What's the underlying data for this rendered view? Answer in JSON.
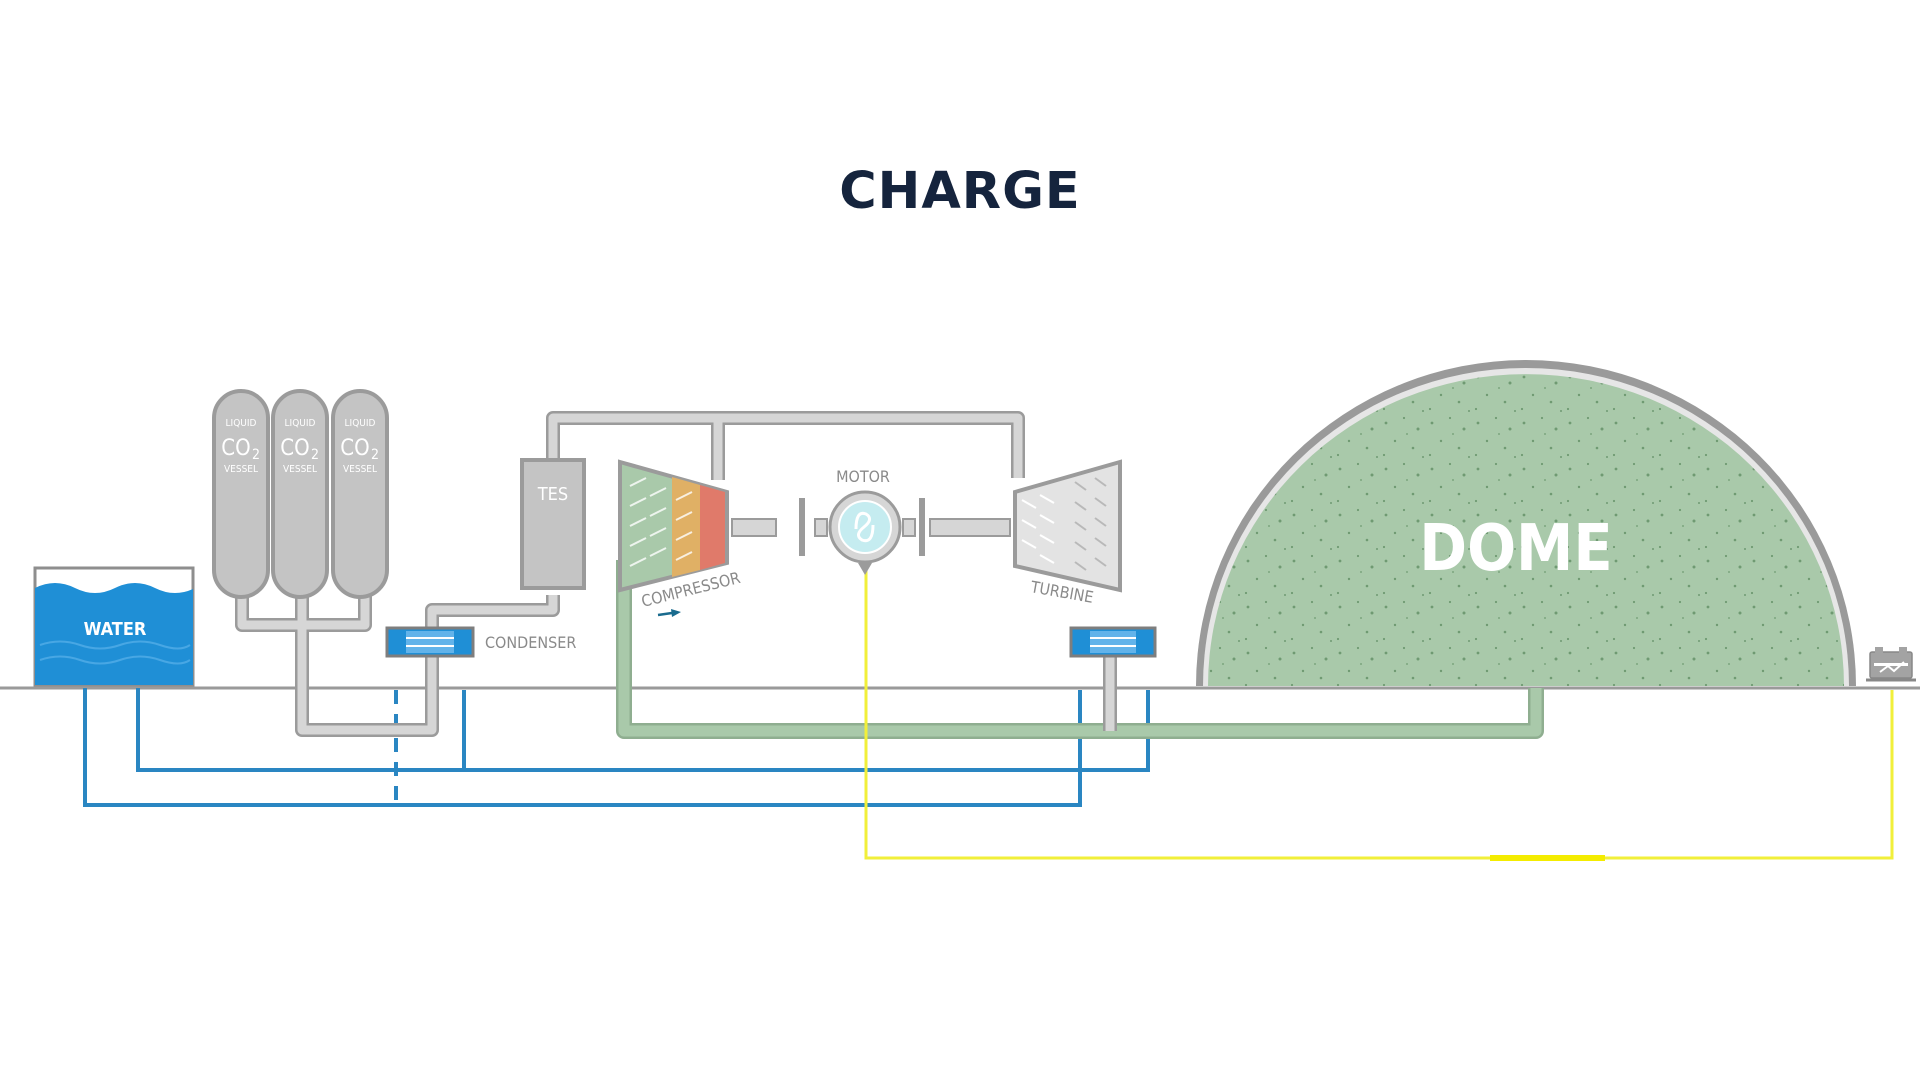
{
  "title": "CHARGE",
  "labels": {
    "water": "WATER",
    "vessel_top": "LIQUID",
    "vessel_mid": "CO",
    "vessel_sub": "2",
    "vessel_bottom": "VESSEL",
    "tes": "TES",
    "condenser": "CONDENSER",
    "compressor": "COMPRESSOR",
    "motor": "MOTOR",
    "turbine": "TURBINE",
    "dome": "DOME"
  },
  "colors": {
    "title": "#15243d",
    "pipe_gray": "#c4c4c4",
    "pipe_outline": "#9b9b9b",
    "water_blue": "#1f8fd6",
    "water_line": "#2a86c2",
    "co2_gas": "#a9c9aa",
    "electric": "#f1ef3a",
    "compressor_hot": "#e07a6a",
    "compressor_warm": "#e0b065",
    "compressor_cool": "#a9c9aa"
  },
  "icons": {
    "motor": "sine-wave-icon",
    "grid": "battery-icon",
    "flow": "arrow-right-icon"
  }
}
